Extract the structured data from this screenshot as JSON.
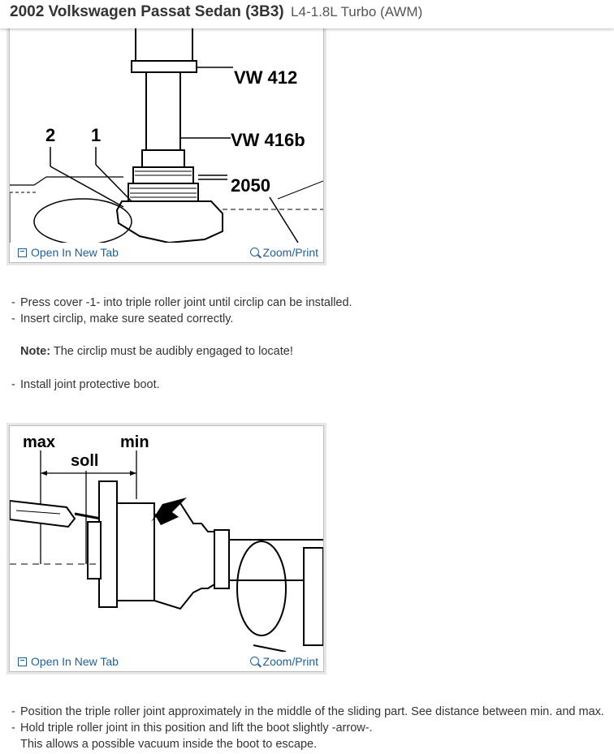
{
  "header": {
    "vehicle": "2002 Volkswagen Passat Sedan (3B3)",
    "engine": "L4-1.8L Turbo (AWM)"
  },
  "figure1": {
    "labels": {
      "tool1": "VW 412",
      "tool2": "VW 416b",
      "tool3": "2050",
      "callout2": "2",
      "callout1": "1"
    },
    "open_label": "Open In New Tab",
    "zoom_label": "Zoom/Print"
  },
  "steps1": [
    "Press cover -1- into triple roller joint until circlip can be installed.",
    "Insert circlip, make sure seated correctly."
  ],
  "note": {
    "label": "Note:",
    "text": "The circlip must be audibly engaged to locate!"
  },
  "steps2": [
    "Install joint protective boot."
  ],
  "figure2": {
    "labels": {
      "max": "max",
      "min": "min",
      "soll": "soll"
    },
    "open_label": "Open In New Tab",
    "zoom_label": "Zoom/Print"
  },
  "steps3": [
    "Position the triple roller joint approximately in the middle of the sliding part. See distance between min. and max.",
    "Hold triple roller joint in this position and lift the boot slightly -arrow-."
  ],
  "steps3_continuation": "This allows a possible vacuum inside the boot to escape."
}
